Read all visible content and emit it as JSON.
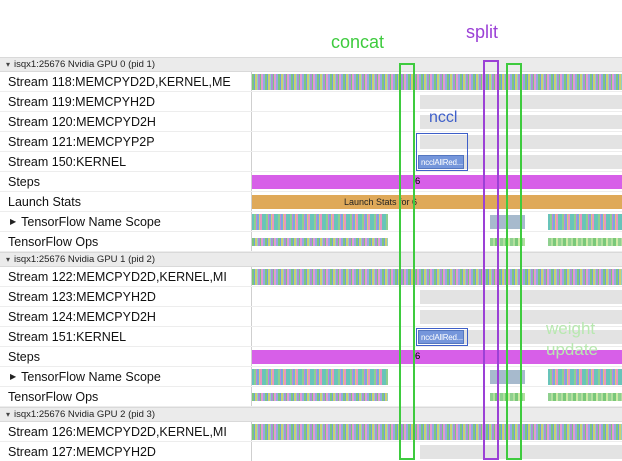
{
  "annotations": {
    "concat": "concat",
    "split": "split",
    "nccl": "nccl",
    "weight_update_line1": "weight",
    "weight_update_line2": "update"
  },
  "colors": {
    "concat_green": "#3ecb3e",
    "split_purple": "#9b40d6",
    "nccl_blue": "#3e5fc9",
    "weight_update_green": "#b8e8b0",
    "steps_magenta": "#d75fe8",
    "launch_orange": "#dfa959",
    "nccl_bar_blue": "#7596db",
    "idle_gray": "#e3e3e3"
  },
  "bars": {
    "nccl_bar_label": "ncclAllRed...",
    "steps_value": "6",
    "launch_stats_label": "Launch Stats for 6"
  },
  "sections": [
    {
      "header": "isqx1:25676 Nvidia GPU 0 (pid 1)",
      "rows": [
        {
          "label": "Stream 118:MEMCPYD2D,KERNEL,ME",
          "type": "dense"
        },
        {
          "label": "Stream 119:MEMCPYH2D",
          "type": "empty"
        },
        {
          "label": "Stream 120:MEMCPYD2H",
          "type": "empty"
        },
        {
          "label": "Stream 121:MEMCPYP2P",
          "type": "empty"
        },
        {
          "label": "Stream 150:KERNEL",
          "type": "nccl"
        },
        {
          "label": "Steps",
          "type": "steps"
        },
        {
          "label": "Launch Stats",
          "type": "launch"
        },
        {
          "label": "TensorFlow Name Scope",
          "type": "namescope",
          "expandable": true
        },
        {
          "label": "TensorFlow Ops",
          "type": "ops"
        }
      ]
    },
    {
      "header": "isqx1:25676 Nvidia GPU 1 (pid 2)",
      "rows": [
        {
          "label": "Stream 122:MEMCPYD2D,KERNEL,MI",
          "type": "dense"
        },
        {
          "label": "Stream 123:MEMCPYH2D",
          "type": "empty"
        },
        {
          "label": "Stream 124:MEMCPYD2H",
          "type": "empty"
        },
        {
          "label": "Stream 151:KERNEL",
          "type": "nccl"
        },
        {
          "label": "Steps",
          "type": "steps"
        },
        {
          "label": "TensorFlow Name Scope",
          "type": "namescope",
          "expandable": true
        },
        {
          "label": "TensorFlow Ops",
          "type": "ops"
        }
      ]
    },
    {
      "header": "isqx1:25676 Nvidia GPU 2 (pid 3)",
      "rows": [
        {
          "label": "Stream 126:MEMCPYD2D,KERNEL,MI",
          "type": "dense"
        },
        {
          "label": "Stream 127:MEMCPYH2D",
          "type": "empty"
        }
      ]
    }
  ]
}
